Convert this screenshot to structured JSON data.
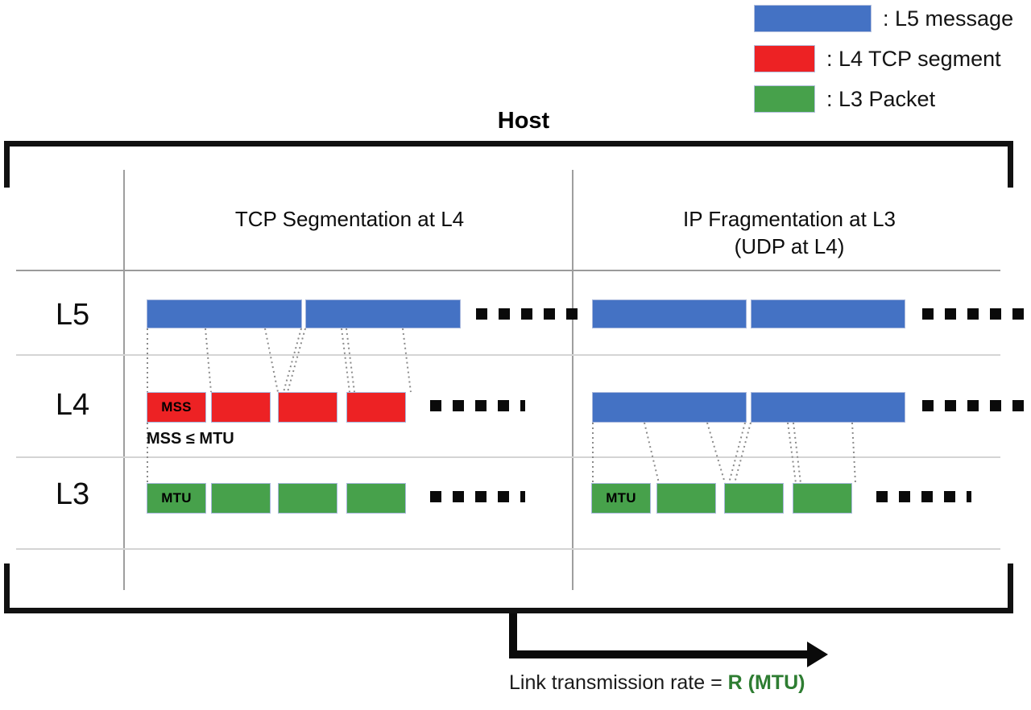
{
  "title": "Host",
  "legend": {
    "items": [
      {
        "label": ": L5 message",
        "color": "#4472c4",
        "swatch_w": 146,
        "icon": "legend-swatch-blue"
      },
      {
        "label": ": L4  TCP segment",
        "color": "#ed2224",
        "swatch_w": 76,
        "icon": "legend-swatch-red"
      },
      {
        "label": ": L3 Packet",
        "color": "#47a14b",
        "swatch_w": 76,
        "icon": "legend-swatch-green"
      }
    ]
  },
  "columns": [
    {
      "id": "tcp-segmentation",
      "header": "TCP Segmentation at L4"
    },
    {
      "id": "ip-fragmentation",
      "header": "IP Fragmentation at L3\n(UDP at L4)"
    }
  ],
  "layers": [
    {
      "id": "l5",
      "label": "L5"
    },
    {
      "id": "l4",
      "label": "L4"
    },
    {
      "id": "l3",
      "label": "L3"
    }
  ],
  "notes": {
    "mss_mtu": "MSS ≤ MTU"
  },
  "units": {
    "left": {
      "l5": {
        "kind": "L5 message",
        "color": "#4472c4",
        "labels": [
          "",
          ""
        ]
      },
      "l4": {
        "kind": "L4 TCP segment",
        "color": "#ed2224",
        "labels": [
          "MSS",
          "",
          "",
          ""
        ]
      },
      "l3": {
        "kind": "L3 Packet",
        "color": "#47a14b",
        "labels": [
          "MTU",
          "",
          "",
          ""
        ]
      }
    },
    "right": {
      "l5": {
        "kind": "L5 message",
        "color": "#4472c4",
        "labels": [
          "",
          ""
        ]
      },
      "l4": {
        "kind": "L5 message",
        "color": "#4472c4",
        "labels": [
          "",
          ""
        ]
      },
      "l3": {
        "kind": "L3 Packet",
        "color": "#47a14b",
        "labels": [
          "MTU",
          "",
          "",
          ""
        ]
      }
    }
  },
  "ellipsis": {
    "glyph": "■",
    "count": 5
  },
  "footer": {
    "caption_prefix": "Link transmission rate = ",
    "caption_accent": "R (MTU)",
    "arrow": "right-arrow"
  },
  "colors": {
    "l5_blue": "#4472c4",
    "l4_red": "#ed2224",
    "l3_green": "#47a14b",
    "accent_green": "#2e7d32",
    "frame": "#111111",
    "gridline": "#d4d4d4"
  }
}
